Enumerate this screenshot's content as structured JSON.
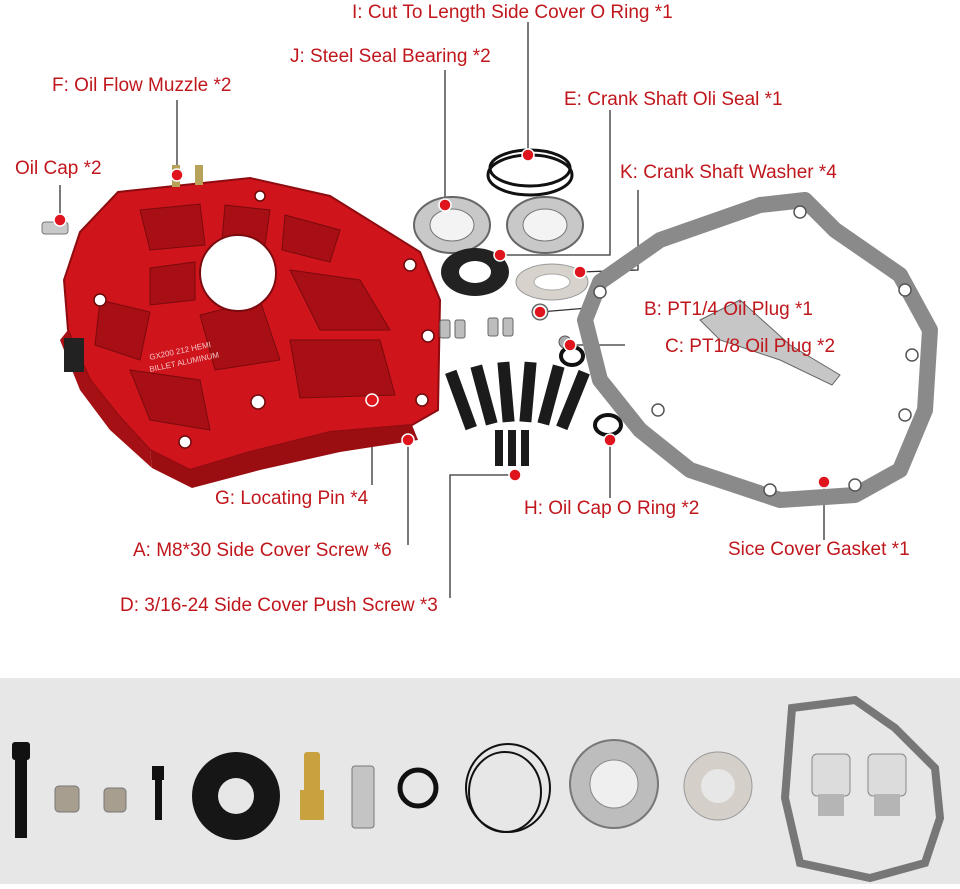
{
  "labels": {
    "I": "I: Cut To Length Side Cover O Ring *1",
    "J": "J: Steel Seal Bearing *2",
    "F": "F: Oil Flow Muzzle *2",
    "E": "E: Crank Shaft Oli Seal *1",
    "oil_cap": "Oil Cap *2",
    "K": "K: Crank Shaft Washer *4",
    "B": "B: PT1/4 Oil Plug *1",
    "C": "C: PT1/8 Oil Plug *2",
    "G": "G: Locating Pin *4",
    "H": "H: Oil Cap O Ring *2",
    "gasket": "Sice Cover Gasket *1",
    "A": "A: M8*30 Side Cover Screw *6",
    "D": "D: 3/16-24 Side Cover Push Screw *3"
  },
  "engraving": {
    "line1": "GX200  212  HEMI",
    "line2": "BILLET ALUMINUM"
  },
  "colors": {
    "label_red": "#c0171d",
    "cover_red": "#d0141c",
    "strip_bg": "#e7e7e7",
    "gasket_gray": "#8a8a8a"
  }
}
